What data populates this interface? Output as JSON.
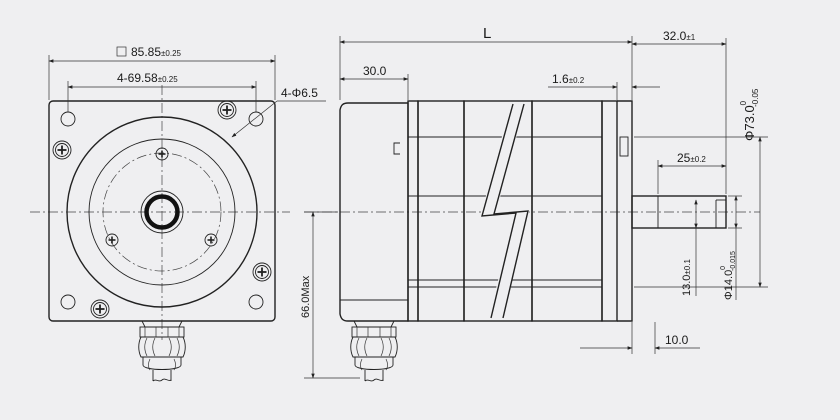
{
  "front_view": {
    "square_size": "85.85",
    "square_size_tol": "±0.25",
    "hole_spacing": "4-69.58",
    "hole_spacing_tol": "±0.25",
    "hole_dia": "4-Φ6.5"
  },
  "side_view": {
    "length": "L",
    "rear_length": "30.0",
    "flange_thickness": "1.6",
    "flange_thickness_tol": "±0.2",
    "shaft_length": "32.0",
    "shaft_length_tol": "±1",
    "flat_length": "25",
    "flat_length_tol": "±0.2",
    "pilot_dia": "Φ73.0",
    "pilot_dia_tol_upper": "0",
    "pilot_dia_tol_lower": "-0.05",
    "shaft_dia": "Φ14.0",
    "shaft_dia_tol_upper": "0",
    "shaft_dia_tol_lower": "-0.015",
    "flat_depth": "13.0",
    "flat_depth_tol": "±0.1",
    "height": "66.0Max",
    "stub_length": "10.0"
  }
}
